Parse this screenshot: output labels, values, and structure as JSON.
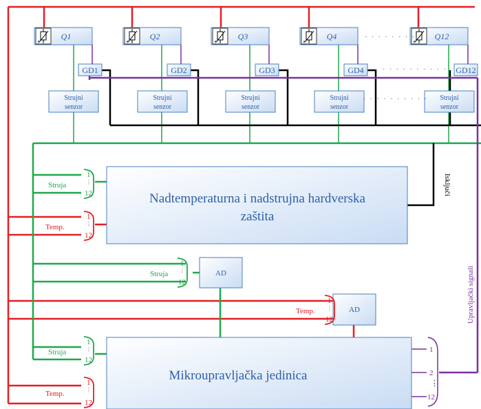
{
  "modules": [
    {
      "q": "Q1",
      "gd": "GD1"
    },
    {
      "q": "Q2",
      "gd": "GD2"
    },
    {
      "q": "Q3",
      "gd": "GD3"
    },
    {
      "q": "Q4",
      "gd": "GD4"
    },
    {
      "q": "Q12",
      "gd": "GD12"
    }
  ],
  "sensor_label": [
    "Strujni",
    "senzor"
  ],
  "protection_block": [
    "Nadtemperaturna i nadstrujna hardverska",
    "zaštita"
  ],
  "mcu_block": "Mikroupravljačka jedinica",
  "ad_label": "AD",
  "shutdown_label": "Isključi",
  "control_signals_label": "Upravljački signali",
  "current_label": "Struja",
  "temp_label": "Temp.",
  "bus_top": "1",
  "bus_bottom": "12",
  "output_ports": [
    "1",
    "2",
    "12"
  ],
  "colors": {
    "power": "#e31e24",
    "current": "#1ea84a",
    "control": "#7b2f9e",
    "shutdown": "#000000",
    "block_border": "#4a7fc0",
    "block_text": "#2e5fa8",
    "block_fill_top": "#ffffff",
    "block_fill_bottom": "#c9dcf4"
  }
}
